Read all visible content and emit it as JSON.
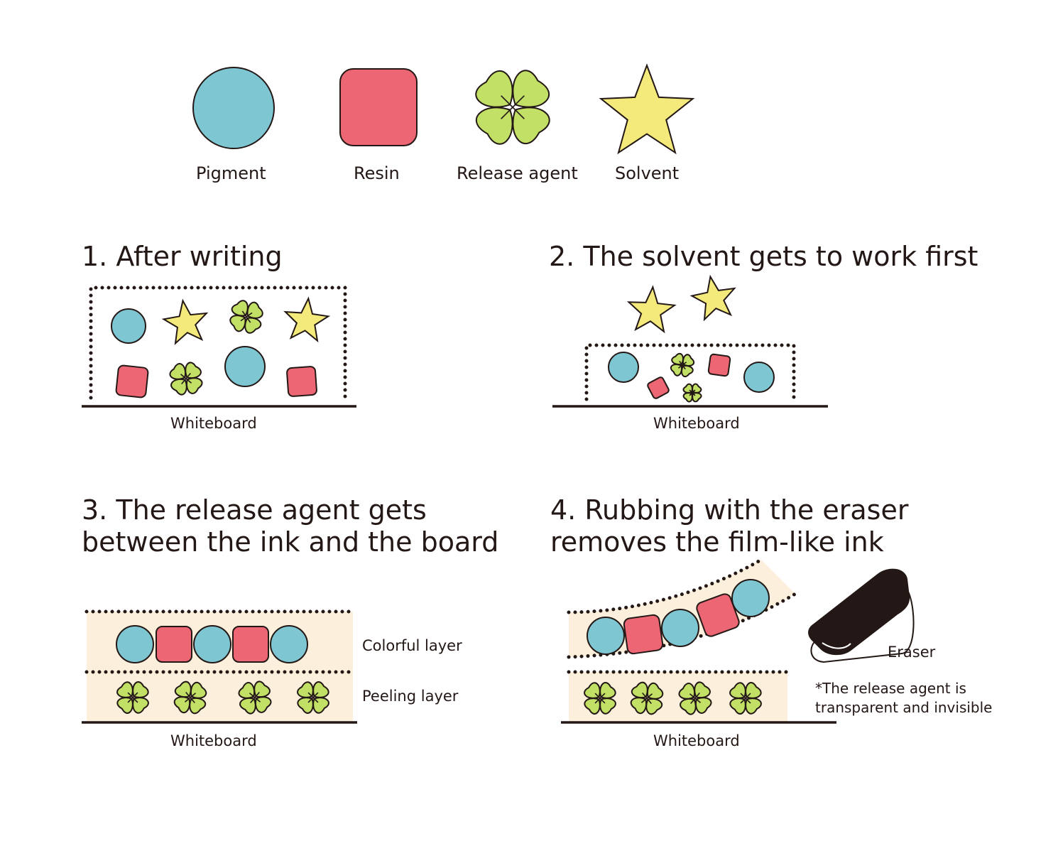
{
  "legend": {
    "pigment": {
      "label": "Pigment",
      "icon": "circle",
      "color": "#7fc6d3"
    },
    "resin": {
      "label": "Resin",
      "icon": "rounded-square",
      "color": "#ec6674"
    },
    "release_agent": {
      "label": "Release agent",
      "icon": "clover",
      "color": "#c1e065"
    },
    "solvent": {
      "label": "Solvent",
      "icon": "star",
      "color": "#f3ea7b"
    }
  },
  "steps": [
    {
      "number": "1.",
      "title": "After writing",
      "board_label": "Whiteboard"
    },
    {
      "number": "2.",
      "title": "The solvent gets to work first",
      "board_label": "Whiteboard"
    },
    {
      "number": "3.",
      "title_line1": "The release agent gets",
      "title_line2": "between the ink and the board",
      "board_label": "Whiteboard",
      "layer_top_label": "Colorful layer",
      "layer_bottom_label": "Peeling layer"
    },
    {
      "number": "4.",
      "title_line1": "Rubbing with the eraser",
      "title_line2": "removes the film-like ink",
      "board_label": "Whiteboard",
      "eraser_label": "Eraser",
      "note_line1": "*The release agent is",
      "note_line2": "transparent and invisible"
    }
  ],
  "colors": {
    "layer_fill": "#fcf0dc",
    "outline": "#231815",
    "eraser": "#231815"
  }
}
